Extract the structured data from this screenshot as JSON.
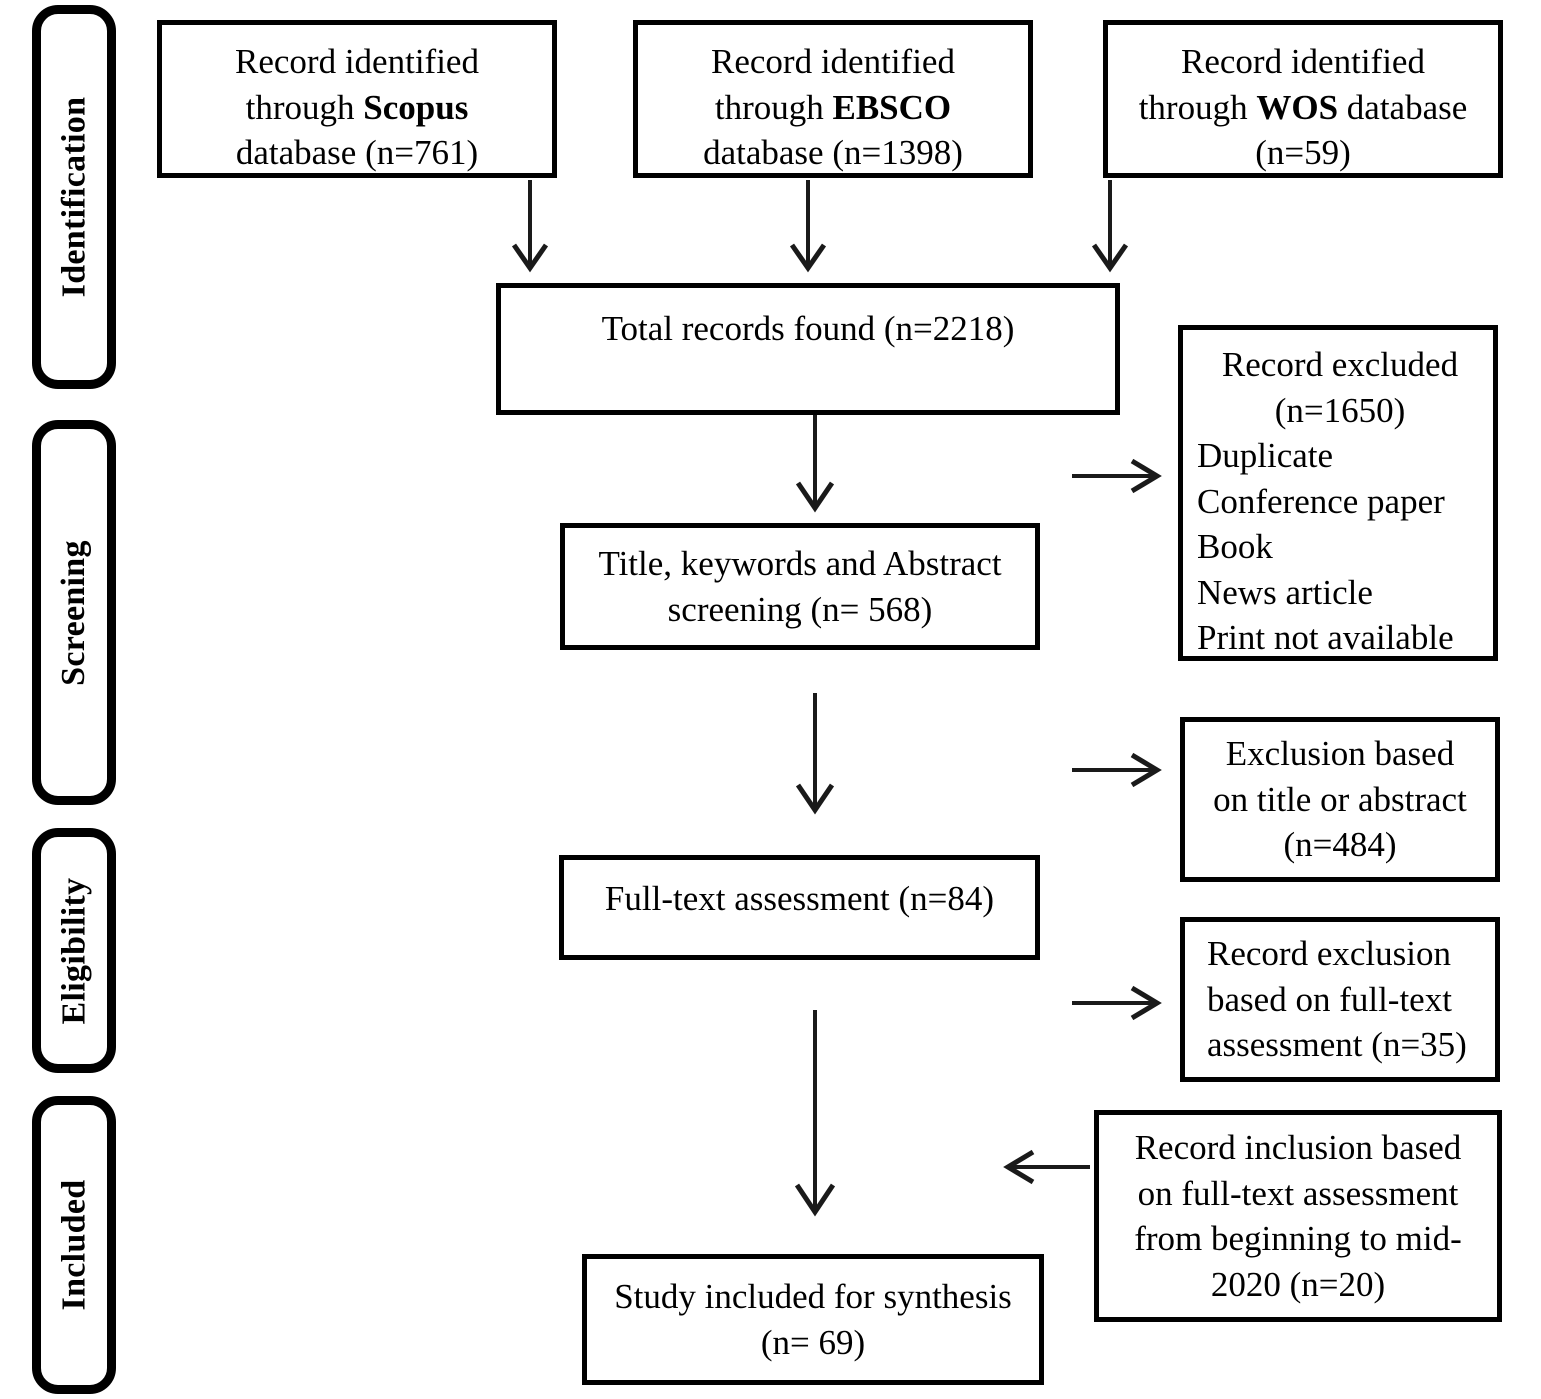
{
  "diagram": {
    "type": "prisma-flow-diagram",
    "title": "PRISMA study selection flow diagram",
    "colors": {
      "stroke": "#000000",
      "background": "#ffffff",
      "arrow": "#1a1a1a"
    }
  },
  "stages": [
    {
      "id": "identification",
      "label": "Identification"
    },
    {
      "id": "screening",
      "label": "Screening"
    },
    {
      "id": "eligibility",
      "label": "Eligibility"
    },
    {
      "id": "included",
      "label": "Included"
    }
  ],
  "sources": [
    {
      "id": "scopus",
      "line1": "Record identified",
      "line2_prefix": "through ",
      "line2_bold": "Scopus",
      "line2_suffix": "",
      "line3": "database (n=761)",
      "database": "Scopus",
      "n": 761
    },
    {
      "id": "ebsco",
      "line1": "Record identified",
      "line2_prefix": "through ",
      "line2_bold": "EBSCO",
      "line2_suffix": "",
      "line3": "database (n=1398)",
      "database": "EBSCO",
      "n": 1398
    },
    {
      "id": "wos",
      "line1": "Record identified",
      "line2_prefix": "through ",
      "line2_bold": "WOS",
      "line2_suffix": " database",
      "line3": "(n=59)",
      "database": "WOS",
      "n": 59
    }
  ],
  "flow": {
    "total_records": {
      "text": "Total records found (n=2218)",
      "n": 2218
    },
    "screening": {
      "line1": "Title, keywords and Abstract",
      "line2": "screening (n= 568)",
      "n": 568
    },
    "full_text": {
      "text": "Full-text assessment (n=84)",
      "n": 84
    },
    "included_study": {
      "line1": "Study included for synthesis",
      "line2": "(n= 69)",
      "n": 69
    }
  },
  "exclusions": {
    "records_excluded": {
      "head1": "Record excluded",
      "head2": "(n=1650)",
      "n": 1650,
      "reasons": [
        "Duplicate",
        "Conference paper",
        "Book",
        "News article",
        "Print not available"
      ]
    },
    "title_abstract_exclusion": {
      "line1": "Exclusion based",
      "line2": "on title or abstract",
      "line3": "(n=484)",
      "n": 484
    },
    "full_text_exclusion": {
      "line1": "Record exclusion",
      "line2": "based on full-text",
      "line3": "assessment (n=35)",
      "n": 35
    }
  },
  "inclusion": {
    "full_text_inclusion": {
      "line1": "Record inclusion based",
      "line2": "on full-text assessment",
      "line3": "from beginning to mid-",
      "line4": "2020 (n=20)",
      "n": 20
    }
  }
}
